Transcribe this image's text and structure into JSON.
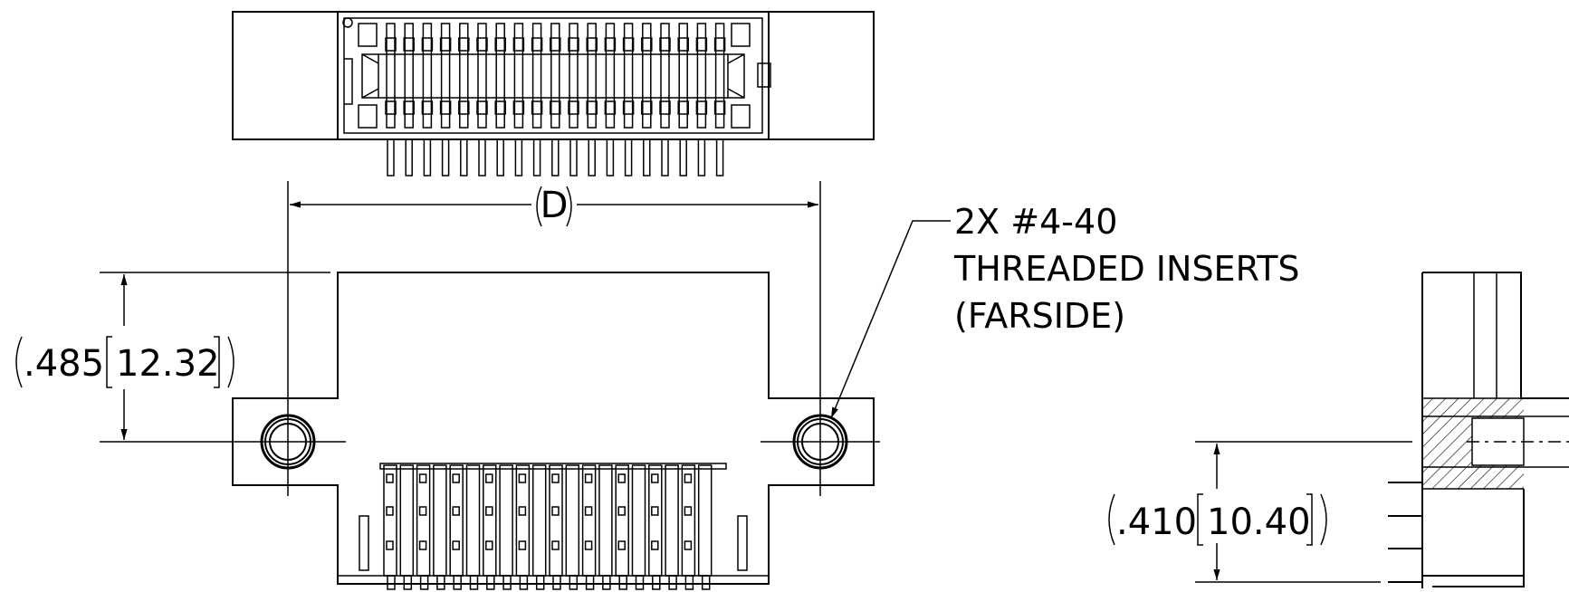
{
  "top_view": {
    "pin_count": 19
  },
  "front_view": {
    "dimension_d": "D",
    "dimension_height": {
      "inch": ".485",
      "mm": "12.32"
    },
    "insert_callout": {
      "line1": "2X #4-40",
      "line2": "THREADED INSERTS",
      "line3": "(FARSIDE)"
    }
  },
  "side_view": {
    "dimension_height": {
      "inch": ".410",
      "mm": "10.40"
    }
  }
}
